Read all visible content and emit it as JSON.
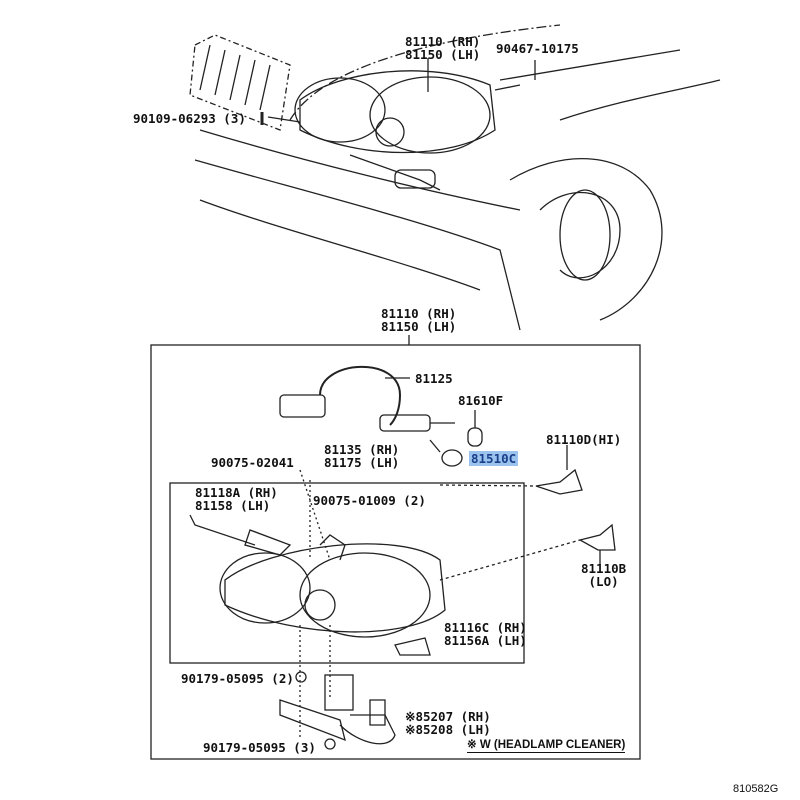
{
  "callouts": {
    "top_assembly": [
      "81110 (RH)",
      "81150 (LH)"
    ],
    "top_clip": "90467-10175",
    "top_screw": "90109-06293 (3)",
    "box_assembly": [
      "81110 (RH)",
      "81150 (LH)"
    ],
    "harness": "81125",
    "bulb_81610f": "81610F",
    "socket": [
      "81135 (RH)",
      "81175 (LH)"
    ],
    "bulb_81510c": "81510C",
    "screw_02041": "90075-02041",
    "bulb_hi": "81110D(HI)",
    "bracket": [
      "81118A (RH)",
      "81158 (LH)"
    ],
    "screw_01009": "90075-01009 (2)",
    "bulb_lo": [
      "81110B",
      "(LO)"
    ],
    "bracket_lower": [
      "81116C (RH)",
      "81156A (LH)"
    ],
    "nut_2": "90179-05095 (2)",
    "nut_3": "90179-05095 (3)",
    "cleaner": [
      "※85207 (RH)",
      "※85208 (LH)"
    ]
  },
  "note": "※ W (HEADLAMP  CLEANER)",
  "diagram_code": "810582G",
  "highlight_color": "#9cc3ee"
}
